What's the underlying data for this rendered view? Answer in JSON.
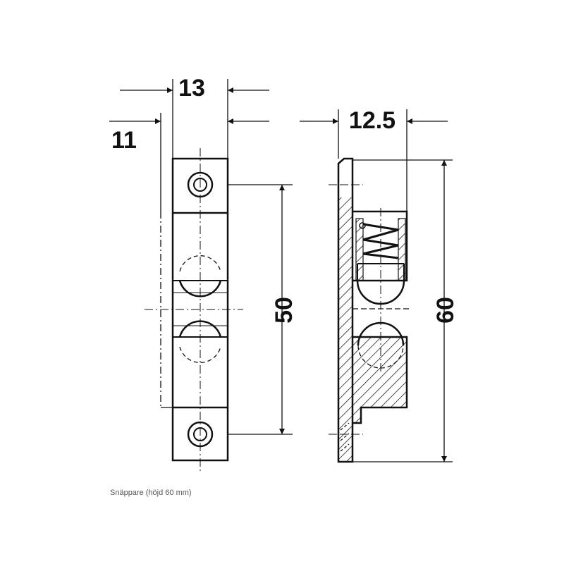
{
  "drawing": {
    "dimensions": {
      "width_outer": "13",
      "width_inner": "11",
      "depth": "12.5",
      "hole_spacing": "50",
      "height": "60"
    },
    "caption": "Snäppare (höjd 60 mm)",
    "line_color": "#111111"
  }
}
